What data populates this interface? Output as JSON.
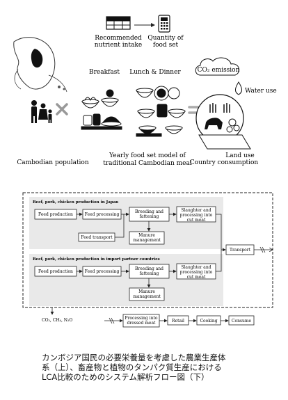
{
  "top": {
    "recommended_label": "Recommended\nnutrient intake",
    "quantity_label": "Quantity of\nfood set",
    "breakfast": "Breakfast",
    "lunch_dinner": "Lunch & Dinner",
    "co2_emission": "CO₂ emission",
    "water_use": "Water use",
    "land_use": "Land use",
    "cambodian_population": "Cambodian population",
    "yearly_food_set": "Yearly food set model of\ntraditional Cambodian meal",
    "country_consumption": "Country consumption"
  },
  "flow": {
    "japan_title": "Beef, pork, chicken production in Japan",
    "import_title": "Beef, pork, chicken production in import partner countries",
    "feed_production": "Feed production",
    "feed_processing": "Feed processing",
    "breeding": "Breeding and\nfattening",
    "slaughter": "Slaughter and\nprocessing into\ncut meat",
    "feed_transport": "Feed transport",
    "manure": "Manure\nmanagement",
    "transport": "Transport",
    "emissions": "CO₂, CH₄, N₂O",
    "processing_dressed": "Processing into\ndressed meat",
    "retail": "Retail",
    "cooking": "Cooking",
    "consume": "Consume"
  },
  "caption": "カンボジア国民の必要栄養量を考慮した農業生産体\n系（上）、畜産物と植物のタンパク質生産における\nLCA比較のためのシステム解析フロー図（下）"
}
